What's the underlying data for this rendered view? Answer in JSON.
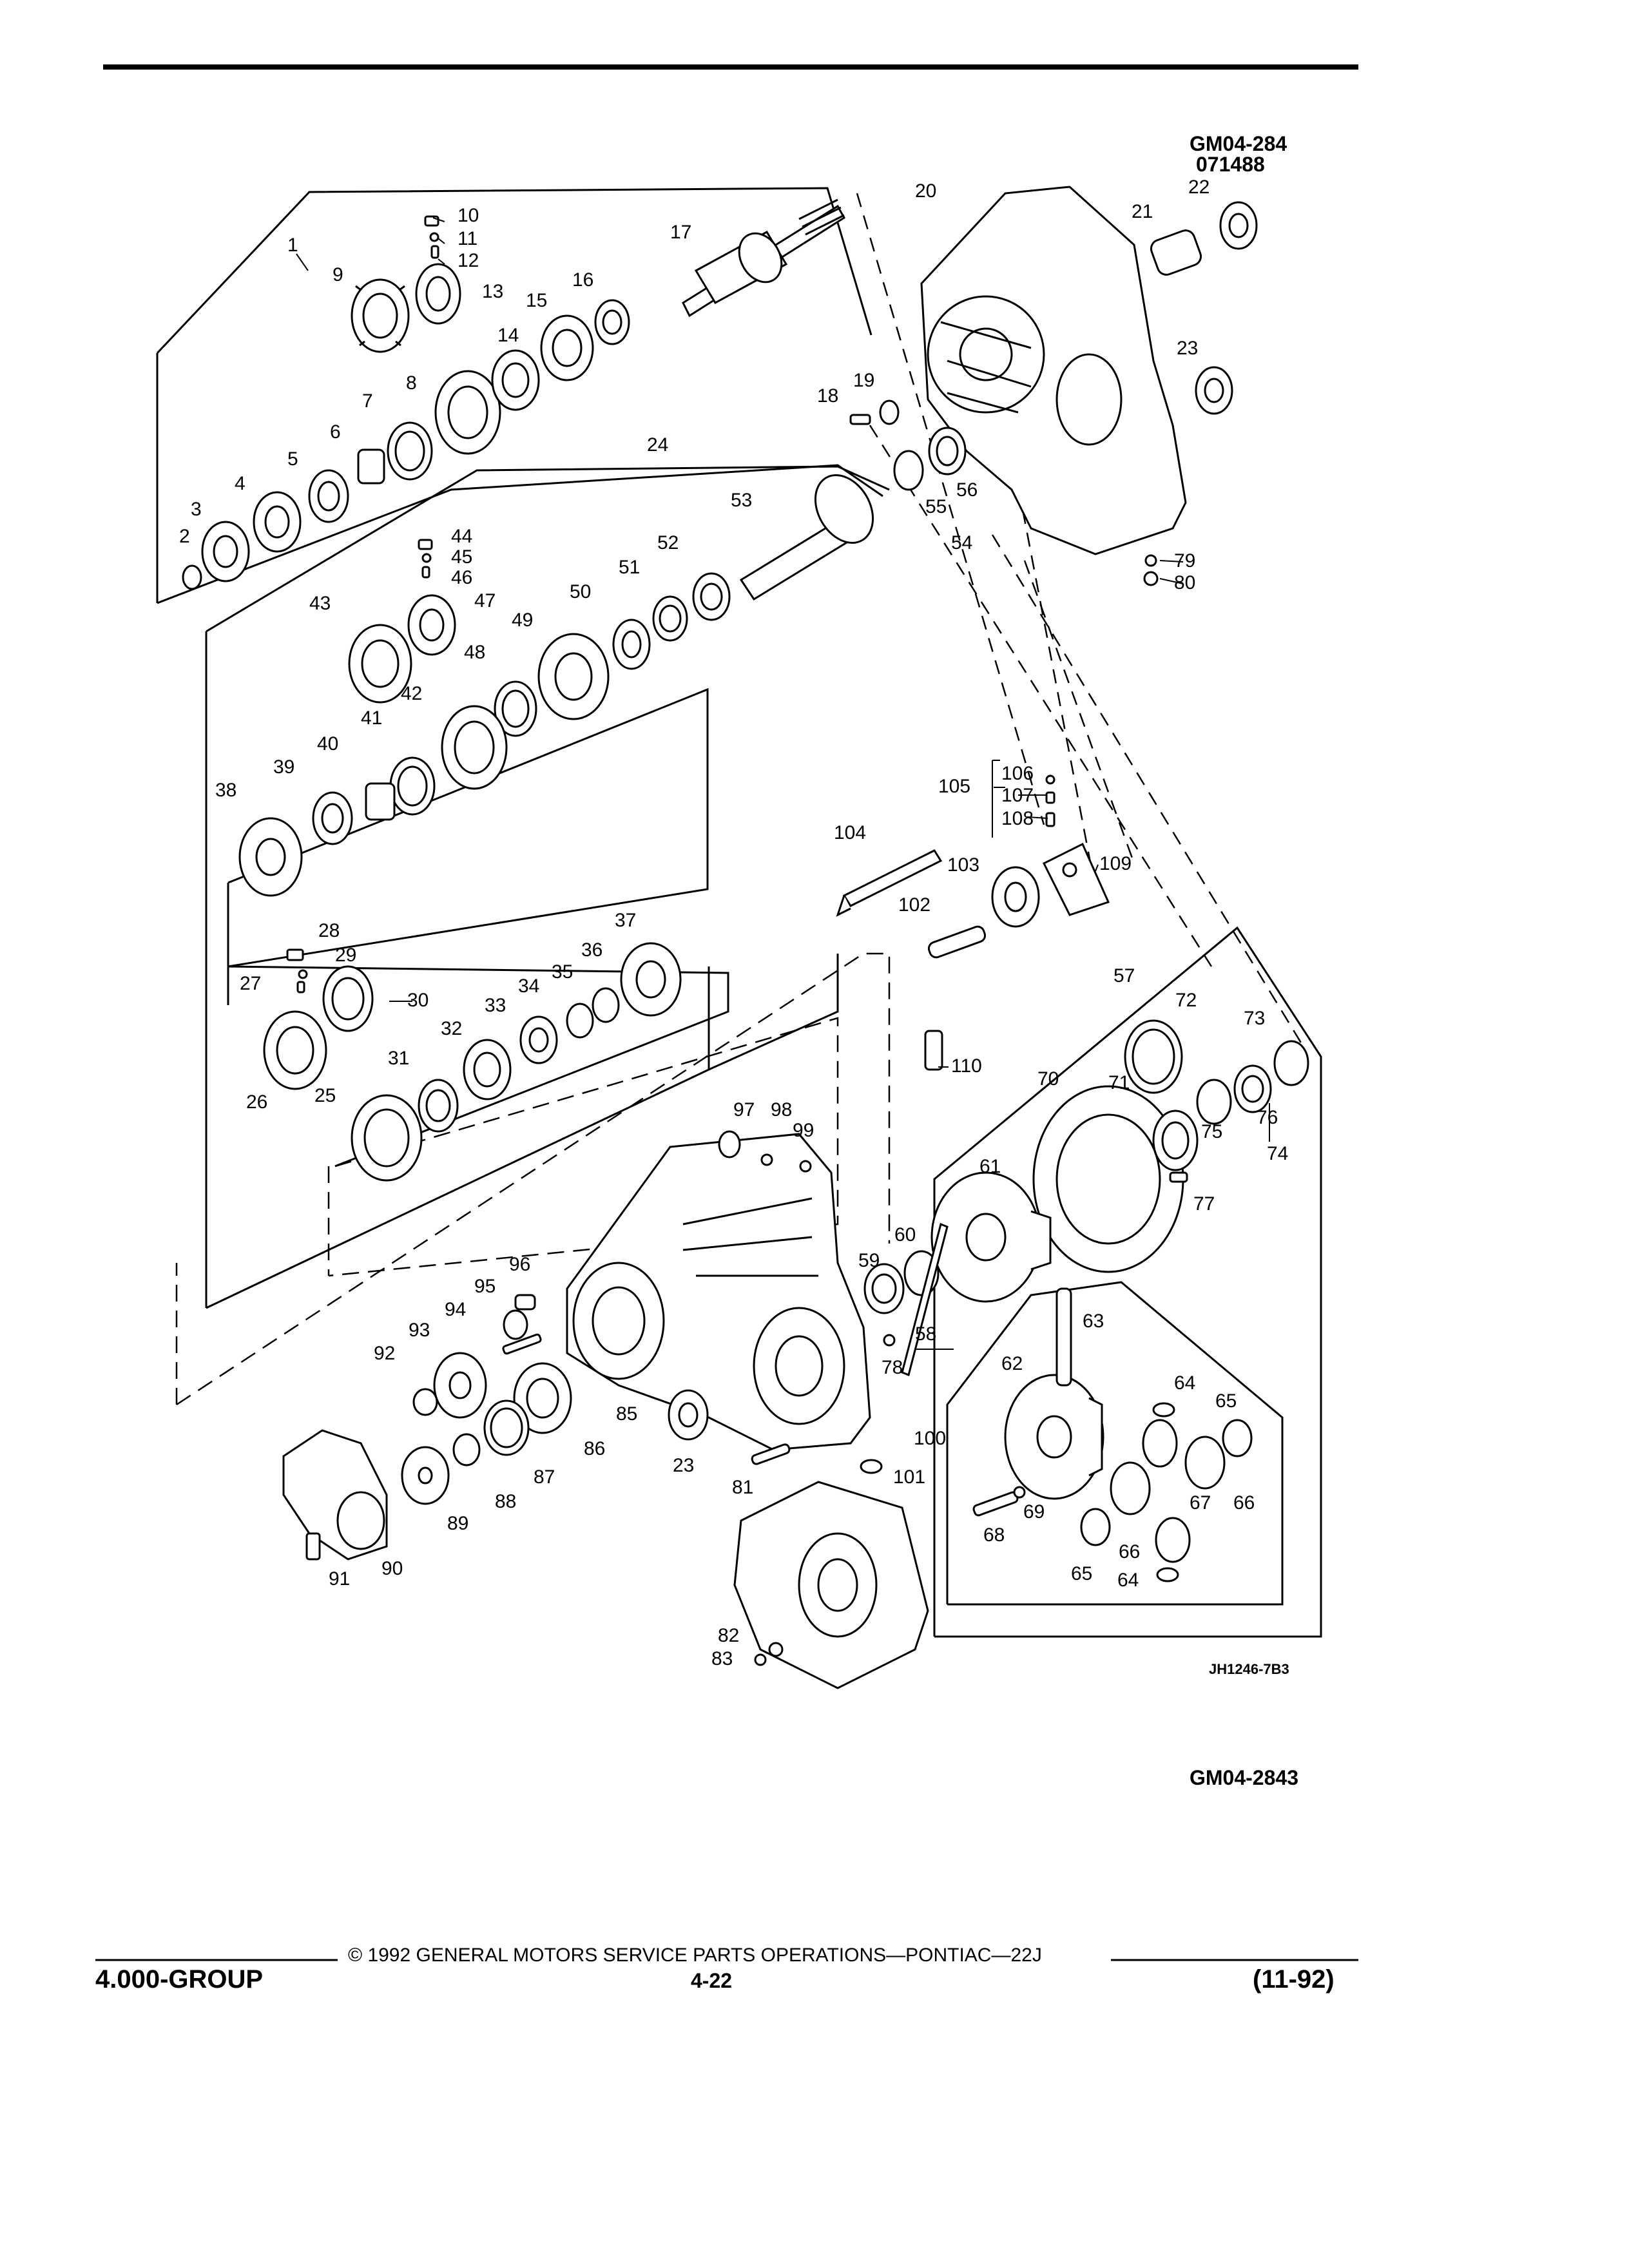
{
  "figure_ids": {
    "top_line_1": "GM04-284",
    "top_line_2": "071488",
    "bottom": "GM04-2843",
    "drawing_code": "JH1246-7B3"
  },
  "footer": {
    "copyright": "© 1992 GENERAL MOTORS SERVICE PARTS OPERATIONS—PONTIAC—22J",
    "group": "4.000-GROUP",
    "page": "4-22",
    "date": "(11-92)"
  },
  "callouts": [
    "1",
    "2",
    "3",
    "4",
    "5",
    "6",
    "7",
    "8",
    "9",
    "10",
    "11",
    "12",
    "13",
    "14",
    "15",
    "16",
    "17",
    "18",
    "19",
    "20",
    "21",
    "22",
    "23",
    "24",
    "25",
    "26",
    "27",
    "28",
    "29",
    "30",
    "31",
    "32",
    "33",
    "34",
    "35",
    "36",
    "37",
    "38",
    "39",
    "40",
    "41",
    "42",
    "43",
    "44",
    "45",
    "46",
    "47",
    "48",
    "49",
    "50",
    "51",
    "52",
    "53",
    "54",
    "55",
    "56",
    "57",
    "58",
    "59",
    "60",
    "61",
    "62",
    "63",
    "64",
    "65",
    "66",
    "67",
    "68",
    "69",
    "70",
    "71",
    "72",
    "73",
    "74",
    "75",
    "76",
    "77",
    "78",
    "79",
    "80",
    "81",
    "82",
    "83",
    "85",
    "86",
    "87",
    "88",
    "89",
    "90",
    "91",
    "92",
    "93",
    "94",
    "95",
    "96",
    "97",
    "98",
    "99",
    "100",
    "101",
    "102",
    "103",
    "104",
    "105",
    "106",
    "107",
    "108",
    "109",
    "110",
    "23",
    "64",
    "65",
    "66"
  ],
  "colors": {
    "ink": "#000000",
    "paper": "#ffffff"
  }
}
